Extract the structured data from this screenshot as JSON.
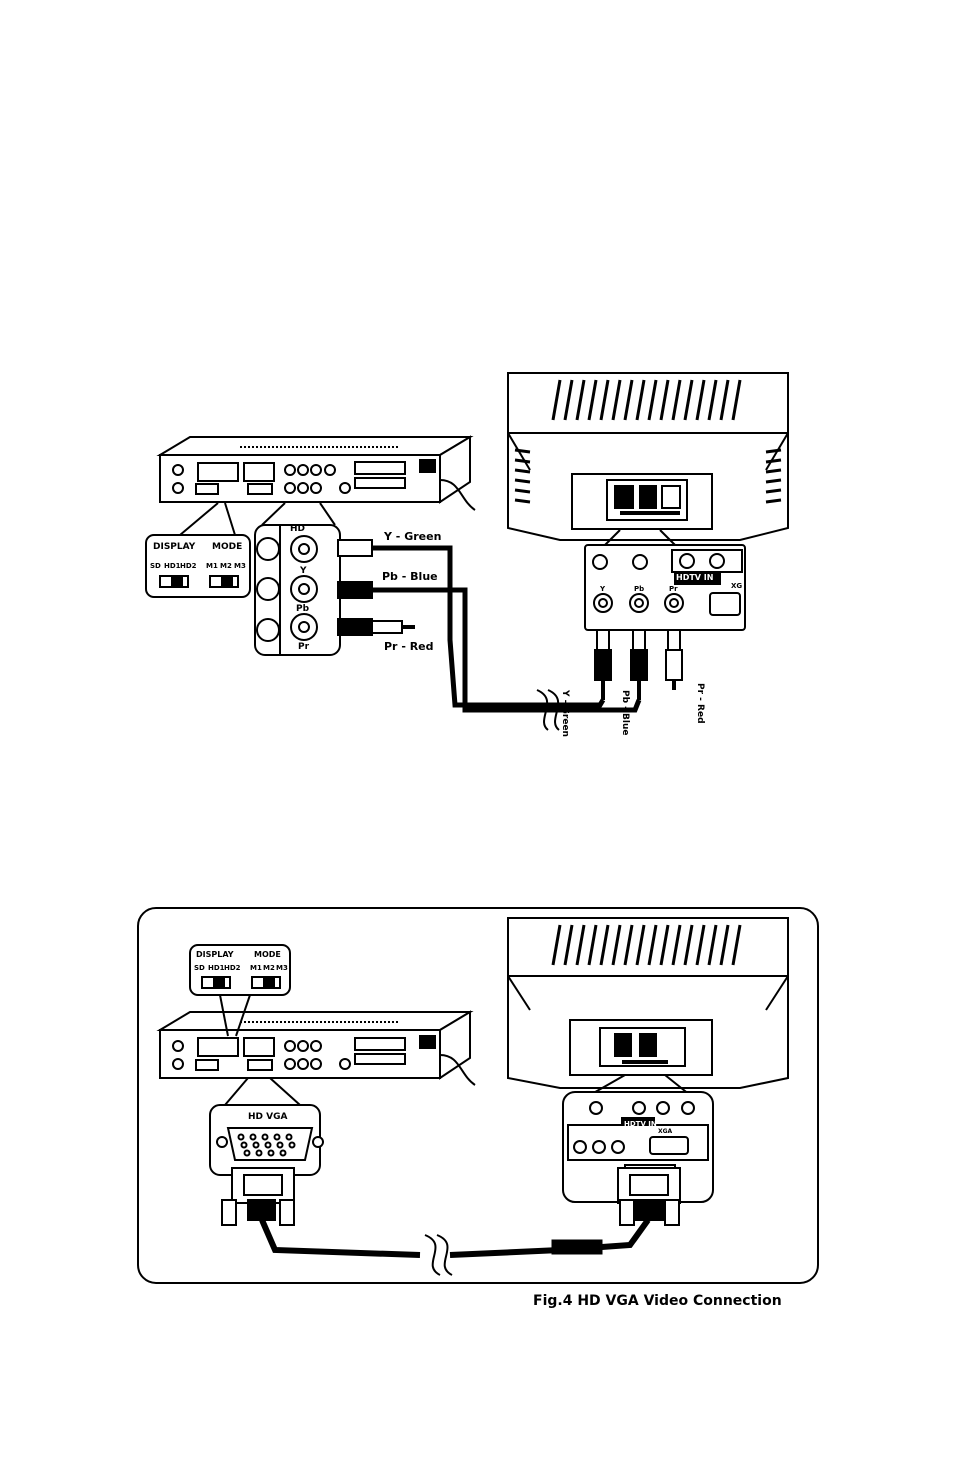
{
  "figure_top": {
    "display_label": "DISPLAY",
    "display_options": [
      "SD",
      "HD1",
      "HD2"
    ],
    "mode_label": "MODE",
    "mode_options": [
      "M1",
      "M2",
      "M3"
    ],
    "port_hd": "HD",
    "port_y": "Y",
    "port_pb": "Pb",
    "port_pr": "Pr",
    "cable_y": "Y - Green",
    "cable_pb": "Pb - Blue",
    "cable_pr": "Pr - Red",
    "tv_panel_label": "HDTV IN",
    "tv_port_y": "Y",
    "tv_port_pb": "Pb",
    "tv_port_pr": "Pr",
    "tv_xga": "XG",
    "tv_cable_y": "Y - Green",
    "tv_cable_pb": "Pb - Blue",
    "tv_cable_pr": "Pr - Red"
  },
  "figure_bottom": {
    "display_label": "DISPLAY",
    "display_options": [
      "SD",
      "HD1",
      "HD2"
    ],
    "mode_label": "MODE",
    "mode_options": [
      "M1",
      "M2",
      "M3"
    ],
    "port_vga": "HD VGA",
    "tv_panel_label": "HDTV IN",
    "tv_xga": "XGA"
  },
  "caption": "Fig.4  HD VGA Video Connection"
}
